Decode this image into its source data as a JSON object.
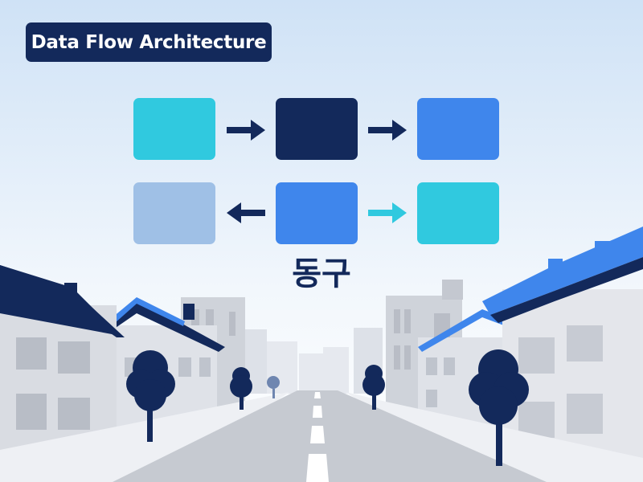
{
  "title": "Data Flow Architecture",
  "caption": "동구",
  "colors": {
    "navy": "#13295b",
    "blue": "#3f86ec",
    "cyan": "#30c9df",
    "light_blue": "#9fc0e6",
    "sky_top": "#cfe2f6"
  },
  "diagram": {
    "rows": [
      {
        "nodes": [
          {
            "id": "node-1",
            "color": "cyan"
          },
          {
            "id": "node-2",
            "color": "navy"
          },
          {
            "id": "node-3",
            "color": "blue"
          }
        ],
        "arrows": [
          {
            "id": "arrow-1-2",
            "direction": "right",
            "color": "navy"
          },
          {
            "id": "arrow-2-3",
            "direction": "right",
            "color": "navy"
          }
        ]
      },
      {
        "nodes": [
          {
            "id": "node-4",
            "color": "light_blue"
          },
          {
            "id": "node-5",
            "color": "blue"
          },
          {
            "id": "node-6",
            "color": "cyan"
          }
        ],
        "arrows": [
          {
            "id": "arrow-5-4",
            "direction": "left",
            "color": "navy"
          },
          {
            "id": "arrow-5-6",
            "direction": "right",
            "color": "cyan"
          }
        ]
      }
    ]
  }
}
